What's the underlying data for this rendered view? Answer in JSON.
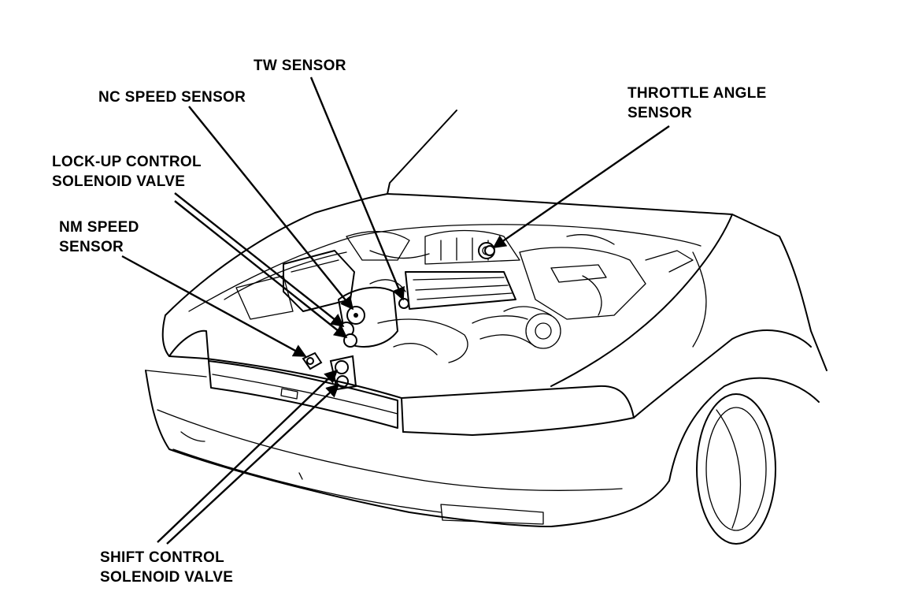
{
  "labels": {
    "tw_sensor": "TW SENSOR",
    "nc_speed_sensor": "NC SPEED SENSOR",
    "throttle_angle_sensor": [
      "THROTTLE ANGLE",
      "SENSOR"
    ],
    "lockup_control_solenoid": [
      "LOCK-UP CONTROL",
      "SOLENOID VALVE"
    ],
    "nm_speed_sensor": [
      "NM SPEED",
      "SENSOR"
    ],
    "shift_control_solenoid": [
      "SHIFT CONTROL",
      "SOLENOID VALVE"
    ]
  }
}
